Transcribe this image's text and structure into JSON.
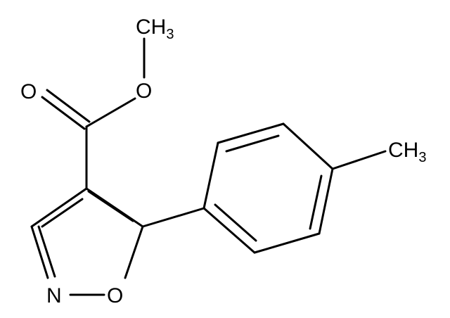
{
  "molecule": {
    "atoms": {
      "ch3_ester": {
        "main": "CH",
        "sub": "3"
      },
      "o_ester": {
        "main": "O"
      },
      "o_carbonyl": {
        "main": "O"
      },
      "ch3_tolyl": {
        "main": "CH",
        "sub": "3"
      },
      "n_ring": {
        "main": "N"
      },
      "o_ring": {
        "main": "O"
      }
    }
  }
}
